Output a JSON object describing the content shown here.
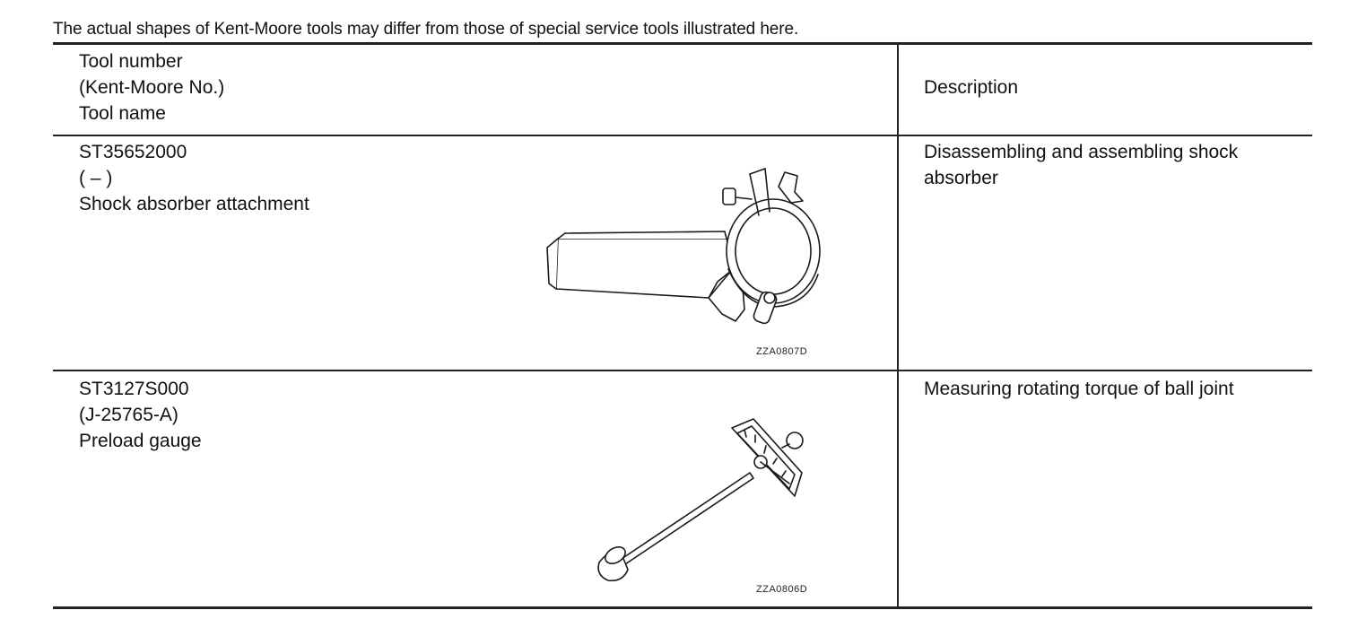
{
  "note": "The actual shapes of Kent-Moore tools may differ from those of special service tools illustrated here.",
  "header": {
    "tool_number": "Tool number",
    "kent_moore_no": "(Kent-Moore No.)",
    "tool_name": "Tool name",
    "description": "Description"
  },
  "rows": [
    {
      "tool_number": "ST35652000",
      "kent_moore_no": "( – )",
      "tool_name": "Shock absorber attachment",
      "description_line1": "Disassembling and assembling shock",
      "description_line2": "absorber",
      "illustration_code": "ZZA0807D",
      "illustration": "shock-absorber-attachment-drawing"
    },
    {
      "tool_number": "ST3127S000",
      "kent_moore_no": "(J-25765-A)",
      "tool_name": "Preload gauge",
      "description_line1": "Measuring rotating torque of ball joint",
      "illustration_code": "ZZA0806D",
      "illustration": "preload-gauge-drawing"
    }
  ]
}
